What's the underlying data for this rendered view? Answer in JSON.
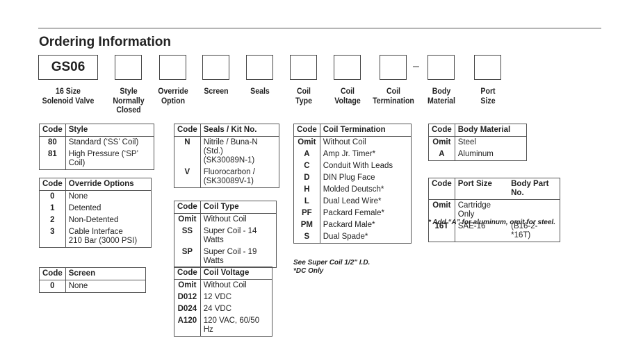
{
  "title": "Ordering Information",
  "model_code": "GS06",
  "dash": "–",
  "labels": [
    "16 Size\nSolenoid Valve",
    "Style\nNormally\nClosed",
    "Override\nOption",
    "Screen",
    "Seals",
    "Coil\nType",
    "Coil\nVoltage",
    "Coil\nTermination",
    "Body\nMaterial",
    "Port\nSize"
  ],
  "tables": {
    "style": {
      "headers": [
        "Code",
        "Style"
      ],
      "rows": [
        [
          "80",
          "Standard (‘SS’ Coil)"
        ],
        [
          "81",
          "High Pressure (‘SP’ Coil)"
        ]
      ]
    },
    "override": {
      "headers": [
        "Code",
        "Override Options"
      ],
      "rows": [
        [
          "0",
          "None"
        ],
        [
          "1",
          "Detented"
        ],
        [
          "2",
          "Non-Detented"
        ],
        [
          "3",
          "Cable Interface\n210 Bar (3000 PSI)"
        ]
      ]
    },
    "screen": {
      "headers": [
        "Code",
        "Screen"
      ],
      "rows": [
        [
          "0",
          "None"
        ]
      ]
    },
    "seals": {
      "headers": [
        "Code",
        "Seals / Kit No."
      ],
      "rows": [
        [
          "N",
          "Nitrile / Buna-N (Std.)\n(SK30089N-1)"
        ],
        [
          "V",
          "Fluorocarbon /\n(SK30089V-1)"
        ]
      ]
    },
    "coil_type": {
      "headers": [
        "Code",
        "Coil Type"
      ],
      "rows": [
        [
          "Omit",
          "Without Coil"
        ],
        [
          "SS",
          "Super Coil - 14 Watts"
        ],
        [
          "SP",
          "Super Coil - 19 Watts"
        ]
      ]
    },
    "coil_voltage": {
      "headers": [
        "Code",
        "Coil Voltage"
      ],
      "rows": [
        [
          "Omit",
          "Without Coil"
        ],
        [
          "D012",
          "12 VDC"
        ],
        [
          "D024",
          "24 VDC"
        ],
        [
          "A120",
          "120 VAC, 60/50 Hz"
        ]
      ]
    },
    "coil_termination": {
      "headers": [
        "Code",
        "Coil Termination"
      ],
      "rows": [
        [
          "Omit",
          "Without Coil"
        ],
        [
          "A",
          "Amp Jr. Timer*"
        ],
        [
          "C",
          "Conduit With Leads"
        ],
        [
          "D",
          "DIN Plug Face"
        ],
        [
          "H",
          "Molded Deutsch*"
        ],
        [
          "L",
          "Dual Lead Wire*"
        ],
        [
          "PF",
          "Packard Female*"
        ],
        [
          "PM",
          "Packard Male*"
        ],
        [
          "S",
          "Dual Spade*"
        ]
      ]
    },
    "body_material": {
      "headers": [
        "Code",
        "Body Material"
      ],
      "rows": [
        [
          "Omit",
          "Steel"
        ],
        [
          "A",
          "Aluminum"
        ]
      ]
    },
    "port_size": {
      "headers": [
        "Code",
        "Port Size",
        "Body Part No."
      ],
      "rows": [
        [
          "Omit",
          "Cartridge Only",
          ""
        ],
        [
          "16T",
          "SAE-16",
          "(B16-2-*16T)"
        ]
      ]
    }
  },
  "notes": {
    "coil_termination": "See Super Coil 1/2\" I.D.\n*DC Only",
    "port_size": "* Add “A” for aluminum, omit for steel."
  }
}
